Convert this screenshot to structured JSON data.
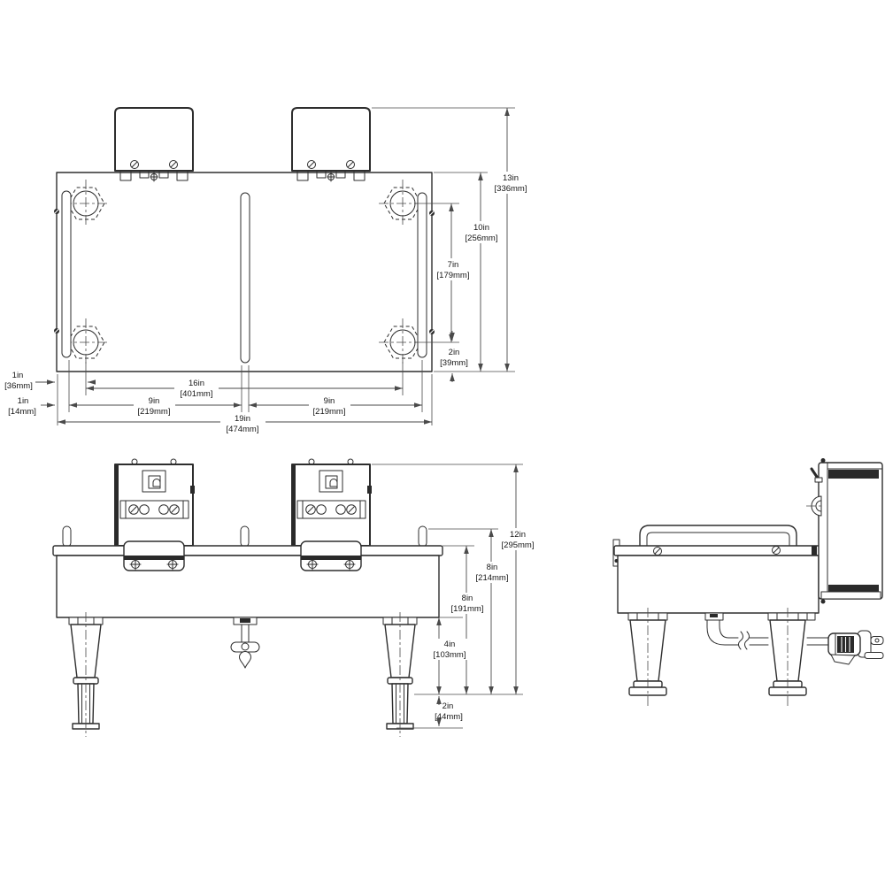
{
  "dims_top": {
    "d13": {
      "a": "13in",
      "b": "[336mm]"
    },
    "d10": {
      "a": "10in",
      "b": "[256mm]"
    },
    "d7": {
      "a": "7in",
      "b": "[179mm]"
    },
    "d2": {
      "a": "2in",
      "b": "[39mm]"
    },
    "d1_36": {
      "a": "1in",
      "b": "[36mm]"
    },
    "d1_14": {
      "a": "1in",
      "b": "[14mm]"
    },
    "d16": {
      "a": "16in",
      "b": "[401mm]"
    },
    "d9l": {
      "a": "9in",
      "b": "[219mm]"
    },
    "d9r": {
      "a": "9in",
      "b": "[219mm]"
    },
    "d19": {
      "a": "19in",
      "b": "[474mm]"
    }
  },
  "dims_front": {
    "d12": {
      "a": "12in",
      "b": "[295mm]"
    },
    "d8a": {
      "a": "8in",
      "b": "[214mm]"
    },
    "d8b": {
      "a": "8in",
      "b": "[191mm]"
    },
    "d4": {
      "a": "4in",
      "b": "[103mm]"
    },
    "d2": {
      "a": "2in",
      "b": "[44mm]"
    }
  },
  "line_color": "#2e2e2e",
  "dim_color": "#4a4a4a"
}
